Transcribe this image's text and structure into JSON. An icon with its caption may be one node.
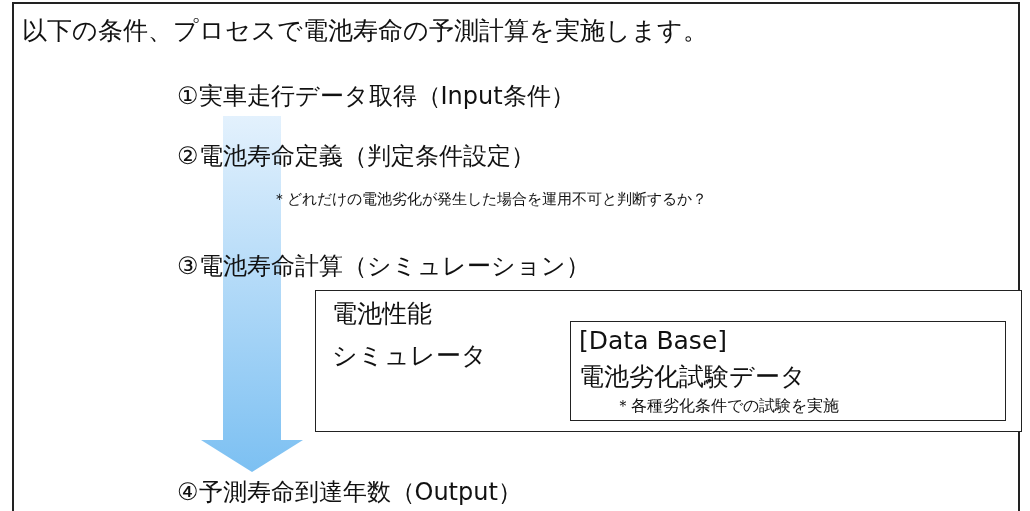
{
  "diagram": {
    "nodes": [
      {
        "text": [
          "以下の条件、プロセスで電池寿命の予測計算を実施します。"
        ]
      },
      {
        "text": [
          "①実車走行データ取得（Input条件）"
        ],
        "in": 0
      },
      {
        "text": [
          "②電池寿命定義（判定条件設定）"
        ],
        "beside": [
          "＊どれだけの電池劣化が発生した場合を運用不可と判断するか？"
        ],
        "in": 0
      },
      {
        "text": [
          "③電池寿命計算（シミュレーション）"
        ],
        "in": 0
      },
      {
        "text": [
          "電池性能",
          "シミュレータ"
        ],
        "in": 0
      },
      {
        "text": [
          "[Data Base]",
          "電池劣化試験データ",
          "＊各種劣化条件での試験を実施"
        ],
        "in": 4
      },
      {
        "text": [
          "④予測寿命到達年数（Output）"
        ],
        "in": 0
      }
    ],
    "edges": [
      {
        "from": 1,
        "to": 6,
        "arrow": "to"
      }
    ]
  }
}
